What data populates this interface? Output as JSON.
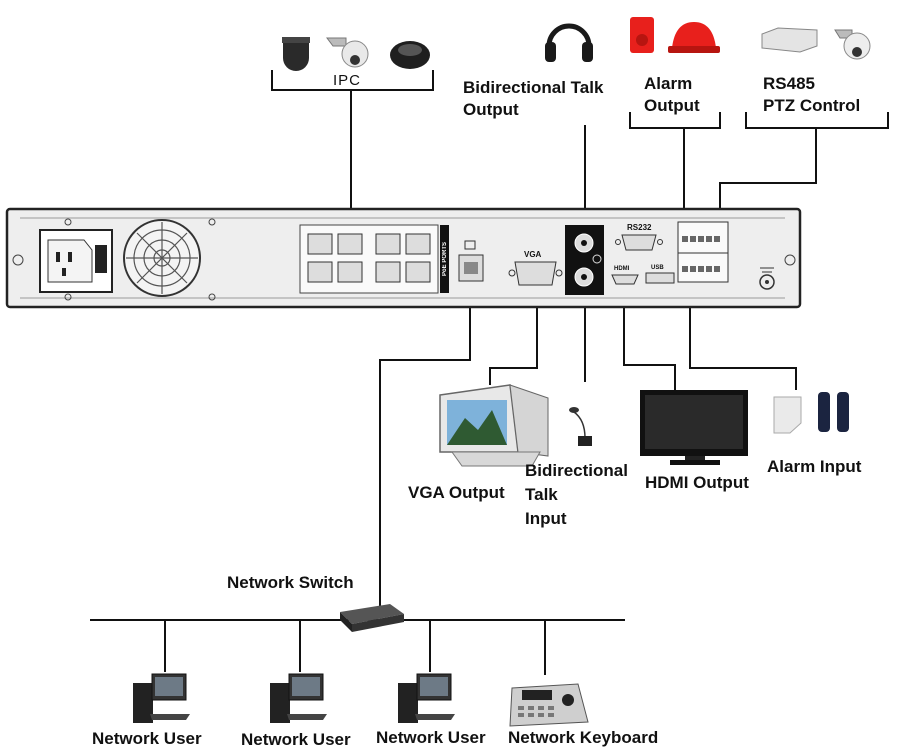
{
  "labels": {
    "ipc": "IPC",
    "talk_output_1": "Bidirectional Talk",
    "talk_output_2": "Output",
    "alarm_output_1": "Alarm",
    "alarm_output_2": "Output",
    "rs485_1": "RS485",
    "rs485_2": "PTZ Control",
    "vga_output": "VGA Output",
    "talk_input_1": "Bidirectional",
    "talk_input_2": "Talk",
    "talk_input_3": "Input",
    "hdmi_output": "HDMI Output",
    "alarm_input": "Alarm Input",
    "network_switch": "Network Switch",
    "network_user_1": "Network User",
    "network_user_2": "Network User",
    "network_user_3": "Network User",
    "network_keyboard": "Network Keyboard"
  },
  "panel": {
    "poe_ports": "PoE PORTS",
    "vga_port": "VGA",
    "rs232_port": "RS232",
    "hdmi_port": "HDMI",
    "usb_port": "USB"
  },
  "colors": {
    "line": "#111111",
    "panel_fill": "#eeeeee",
    "alarm_red": "#e8201c"
  }
}
